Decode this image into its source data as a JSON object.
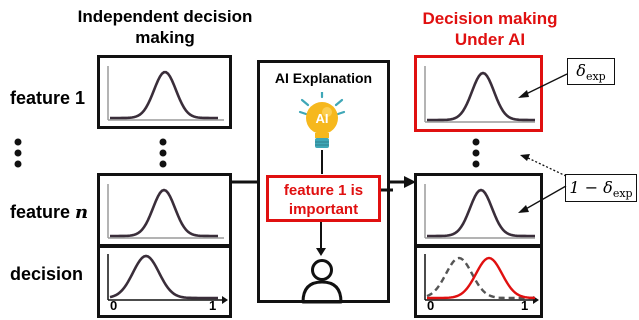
{
  "left": {
    "title_line1": "Independent decision",
    "title_line2": "making",
    "labels": {
      "feature1_prefix": "feature 1",
      "featuren_prefix": "feature",
      "featuren_var": "n",
      "decision": "decision"
    },
    "decision_axis": {
      "min": "0",
      "max": "1"
    }
  },
  "center": {
    "title": "AI Explanation",
    "bulb_text": "AI",
    "message_line1": "feature 1 is",
    "message_line2": "important"
  },
  "right": {
    "title_line1": "Decision making",
    "title_line2": "Under AI",
    "decision_axis": {
      "min": "0",
      "max": "1"
    }
  },
  "callouts": {
    "delta_exp": "δ",
    "delta_sub": "exp",
    "one_minus": "1 − δ",
    "one_minus_sub": "exp"
  },
  "colors": {
    "curve": "#3a2e3a",
    "highlight": "#e01010",
    "bulb": "#f6b81d"
  },
  "icons": [
    "lightbulb-icon",
    "person-icon",
    "arrow-icon"
  ]
}
